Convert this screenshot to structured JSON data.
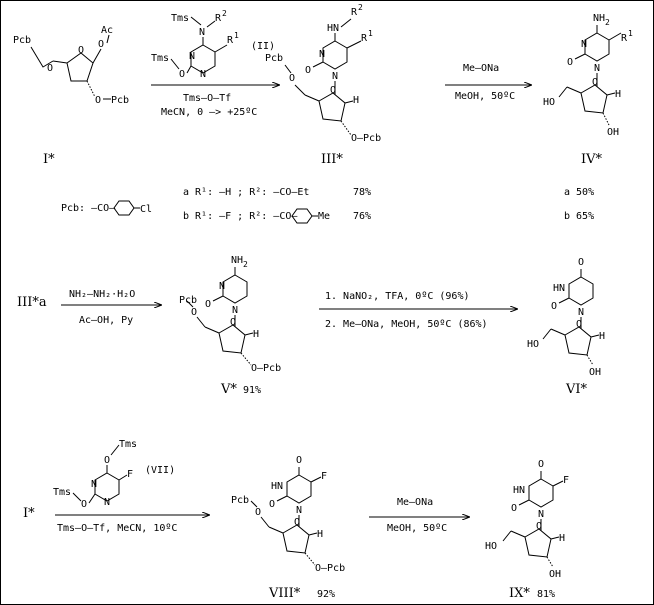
{
  "row1": {
    "cmp_I": {
      "label": "I*",
      "pcb_top": "Pcb",
      "ac": "Ac",
      "pcb_bottom": "Pcb"
    },
    "reagent_II": {
      "tms_n": "Tms",
      "r2": "R",
      "r2_sup": "2",
      "tms_o": "Tms",
      "r1": "R",
      "r1_sup": "1",
      "tag": "(II)"
    },
    "arrow1_below": {
      "line1": "Tms–O–Tf",
      "line2": "MeCN, 0 –> +25ºC"
    },
    "cmp_III": {
      "label": "III*",
      "hn_r2": "HN",
      "r2": "R",
      "r2_sup": "2",
      "r1": "R",
      "r1_sup": "1",
      "pcb_top": "Pcb",
      "pcb_bottom": "O–Pcb",
      "h": "H"
    },
    "arrow2": {
      "above": "Me–ONa",
      "below": "MeOH,  50ºC"
    },
    "cmp_IV": {
      "label": "IV*",
      "nh2": "NH",
      "nh2_sub": "2",
      "r1": "R",
      "r1_sup": "1",
      "ho": "HO",
      "h": "H",
      "oh": "OH"
    }
  },
  "legend": {
    "pcb_def": "Pcb: —CO—",
    "cl": "Cl",
    "row_a": {
      "text": "a  R¹: —H ; R²: —CO—Et",
      "yield_III": "78%",
      "yield_IV": "a  50%"
    },
    "row_b": {
      "text": "b  R¹: —F ; R²: —CO—",
      "me": "Me",
      "yield_III": "76%",
      "yield_IV": "b  65%"
    }
  },
  "row2": {
    "start": "III*a",
    "arrow1": {
      "above": "NH₂–NH₂·H₂O",
      "below": "Ac–OH,  Py"
    },
    "cmp_V": {
      "label": "V*",
      "yield": "91%",
      "nh2": "NH",
      "nh2_sub": "2",
      "pcb_top": "Pcb",
      "pcb_bottom": "O—Pcb",
      "h": "H"
    },
    "arrow2": {
      "above": "1. NaNO₂,  TFA,  0ºC (96%)",
      "below": "2. Me–ONa, MeOH,  50ºC (86%)"
    },
    "cmp_VI": {
      "label": "VI*",
      "hn": "HN",
      "ho": "HO",
      "h": "H",
      "oh": "OH"
    }
  },
  "row3": {
    "start": "I*",
    "reagent_VII": {
      "tms_top": "Tms",
      "f": "F",
      "tms_left": "Tms",
      "tag": "(VII)"
    },
    "arrow1_below": "Tms–O–Tf,  MeCN,  10ºC",
    "cmp_VIII": {
      "label": "VIII*",
      "yield": "92%",
      "hn": "HN",
      "f": "F",
      "pcb_top": "Pcb",
      "pcb_bottom": "O—Pcb",
      "h": "H"
    },
    "arrow2": {
      "above": "Me–ONa",
      "below": "MeOH,  50ºC"
    },
    "cmp_IX": {
      "label": "IX*",
      "yield": "81%",
      "hn": "HN",
      "f": "F",
      "ho": "HO",
      "h": "H",
      "oh": "OH"
    }
  }
}
